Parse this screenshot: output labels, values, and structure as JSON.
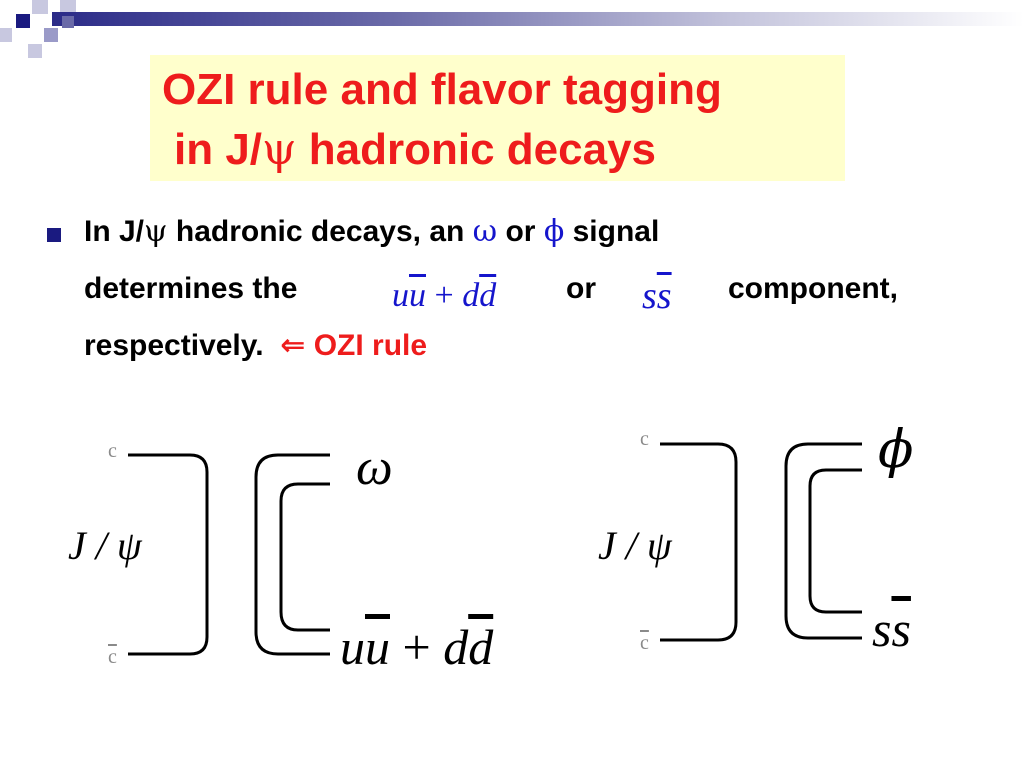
{
  "title": {
    "line1": "OZI rule and flavor tagging",
    "line2_pre": "in J/",
    "line2_psi": "ψ",
    "line2_post": " hadronic decays"
  },
  "bullet": {
    "l1_a": "In J/",
    "l1_psi": "ψ",
    "l1_b": " hadronic decays,  an ",
    "l1_omega": "ω",
    "l1_c": " or ",
    "l1_phi": "ϕ",
    "l1_d": " signal",
    "l2_a": "determines the",
    "l2_b": "or",
    "l2_c": "component,",
    "l3_a": "respectively.",
    "l3_arrow": "⇐",
    "l3_b": "OZI rule"
  },
  "formula_uu_dd": {
    "u1": "u",
    "u2": "u",
    "plus": "+",
    "d1": "d",
    "d2": "d"
  },
  "formula_ss": {
    "s1": "s",
    "s2": "s"
  },
  "diagram_left": {
    "quark_top": "c",
    "quark_bottom": "c",
    "parent": "J / ψ",
    "meson": "ω",
    "f_u1": "u",
    "f_u2": "u",
    "f_plus": "+",
    "f_d1": "d",
    "f_d2": "d"
  },
  "diagram_right": {
    "quark_top": "c",
    "quark_bottom": "c",
    "parent": "J / ψ",
    "meson": "ϕ",
    "f_s1": "s",
    "f_s2": "s"
  },
  "colors": {
    "title_red": "#ee1c1c",
    "title_bg": "#ffffcc",
    "greek_blue": "#1515cc",
    "bullet_navy": "#1a1a80"
  }
}
